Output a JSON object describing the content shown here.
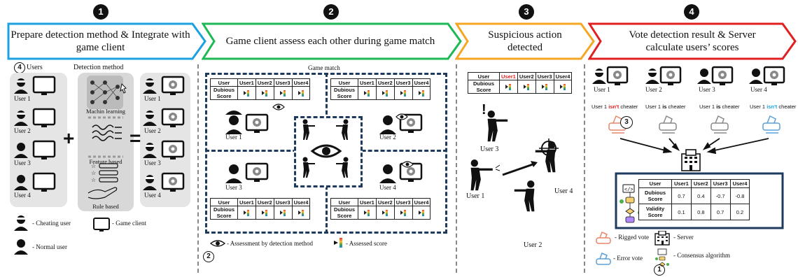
{
  "steps": [
    "1",
    "2",
    "3",
    "4"
  ],
  "banners": {
    "b1": "Prepare detection method & Integrate with game client",
    "b2": "Game client assess each other during game match",
    "b3": "Suspicious action detected",
    "b4": "Vote detection result & Server calculate users’ scores"
  },
  "colors": {
    "blue": "#1ba1e2",
    "green": "#1db954",
    "orange": "#f5a623",
    "red": "#e02020",
    "frame": "#1f3a5f"
  },
  "panel1": {
    "users_count": "4",
    "users_label": "Users",
    "detection_method": "Detection method",
    "users": [
      "User 1",
      "User 2",
      "User 3",
      "User 4"
    ],
    "ml": "Machin learning",
    "feature": "Feature based",
    "rule": "Rule based",
    "plus": "+",
    "equals": "=",
    "legend_cheating": "- Cheating user",
    "legend_client": "- Game client",
    "legend_normal": "- Normal user"
  },
  "panel2": {
    "title": "Game match",
    "table_headers": [
      "User",
      "User1",
      "User2",
      "User3",
      "User4"
    ],
    "score_label": "Dubious Score",
    "users": [
      "User 1",
      "User 2",
      "User 3",
      "User 4"
    ],
    "legend_assess": "- Assessment by detection method",
    "legend_score": "- Assessed score",
    "marker": "2"
  },
  "panel3": {
    "table_headers": [
      "User",
      "User1",
      "User2",
      "User3",
      "User4"
    ],
    "score_label": "Dubious Score",
    "exclaim": "!",
    "users": [
      "User 3",
      "User 1",
      "User 4",
      "User 2"
    ]
  },
  "panel4": {
    "users": [
      "User 1",
      "User 2",
      "User 3",
      "User 4"
    ],
    "votes": [
      {
        "a": "User 1 ",
        "b": "isn't",
        "c": " cheater",
        "color": "#e02020"
      },
      {
        "a": "User 1 ",
        "b": "is",
        "c": " cheater",
        "color": "#111"
      },
      {
        "a": "User 1 ",
        "b": "is",
        "c": " cheater",
        "color": "#111"
      },
      {
        "a": "User 1 ",
        "b": "isn't",
        "c": " cheater",
        "color": "#1ba1e2"
      }
    ],
    "marker3": "3",
    "result_headers": [
      "User",
      "User1",
      "User2",
      "User3",
      "User4"
    ],
    "result_rows": [
      {
        "label": "Dubious Score",
        "values": [
          "0.7",
          "0.4",
          "-0.7",
          "-0.8"
        ]
      },
      {
        "label": "Validity Score",
        "values": [
          "0.1",
          "0.8",
          "0.7",
          "0.2"
        ]
      }
    ],
    "legend_rigged": "- Rigged vote",
    "legend_server": "- Server",
    "legend_error": "- Error vote",
    "legend_consensus": "- Consensus algorithm",
    "marker1": "1"
  }
}
